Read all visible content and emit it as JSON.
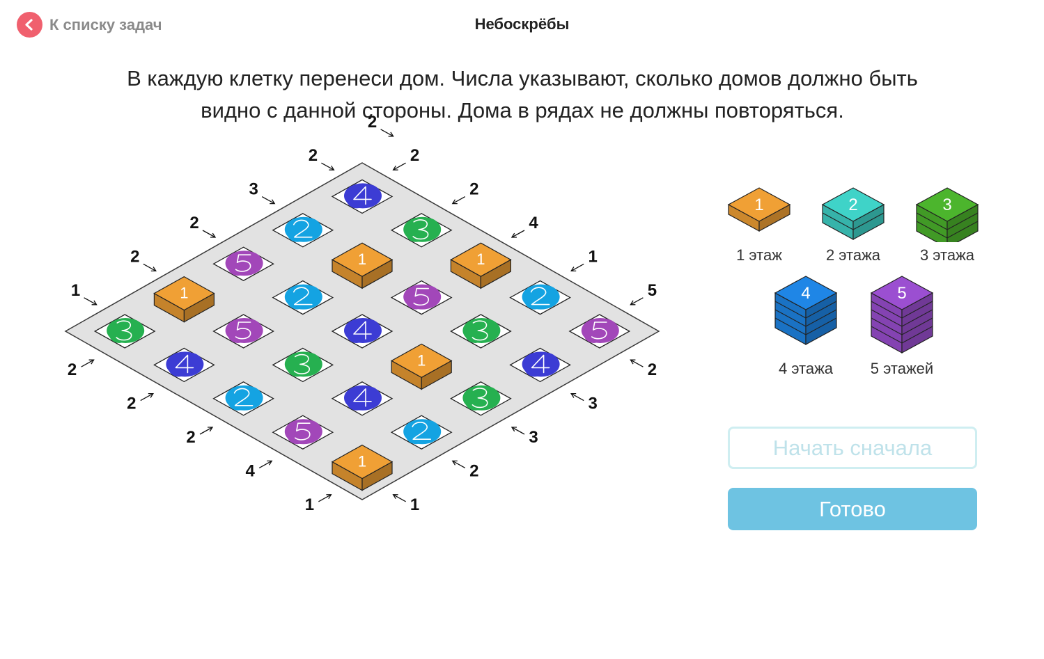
{
  "header": {
    "back_label": "К списку задач",
    "title": "Небоскрёбы"
  },
  "instructions": {
    "line1": "В каждую клетку перенеси дом. Числа указывают, сколько домов должно быть",
    "line2": "видно с данной стороны. Дома в рядах не должны повторяться."
  },
  "colors": {
    "1": "#f0a035",
    "2": "#3fd3c8",
    "3": "#4cb52d",
    "4": "#1f86e6",
    "5": "#9b4fd1",
    "scribble_2": "#14a3e2",
    "scribble_3": "#26b050",
    "scribble_4": "#3c3cd4",
    "scribble_5": "#a247b9"
  },
  "board": {
    "clues_top_left": [
      "1",
      "2",
      "2",
      "3",
      "2",
      "2"
    ],
    "clues_top_right": [
      "2",
      "2",
      "4",
      "1",
      "5"
    ],
    "clues_bottom_left": [
      "2",
      "2",
      "2",
      "4",
      "1"
    ],
    "clues_bottom_right": [
      "2",
      "3",
      "3",
      "2",
      "1"
    ],
    "cells": [
      [
        {
          "v": "4",
          "kind": "scribble"
        },
        {
          "v": "3",
          "kind": "scribble"
        },
        {
          "v": "1",
          "kind": "block"
        },
        {
          "v": "2",
          "kind": "scribble"
        },
        {
          "v": "5",
          "kind": "scribble"
        }
      ],
      [
        {
          "v": "2",
          "kind": "scribble"
        },
        {
          "v": "1",
          "kind": "block"
        },
        {
          "v": "5",
          "kind": "scribble"
        },
        {
          "v": "3",
          "kind": "scribble"
        },
        {
          "v": "4",
          "kind": "scribble"
        }
      ],
      [
        {
          "v": "5",
          "kind": "scribble"
        },
        {
          "v": "2",
          "kind": "scribble"
        },
        {
          "v": "4",
          "kind": "scribble"
        },
        {
          "v": "1",
          "kind": "block"
        },
        {
          "v": "3",
          "kind": "scribble"
        }
      ],
      [
        {
          "v": "1",
          "kind": "block"
        },
        {
          "v": "5",
          "kind": "scribble"
        },
        {
          "v": "3",
          "kind": "scribble"
        },
        {
          "v": "4",
          "kind": "scribble"
        },
        {
          "v": "2",
          "kind": "scribble"
        }
      ],
      [
        {
          "v": "3",
          "kind": "scribble"
        },
        {
          "v": "4",
          "kind": "scribble"
        },
        {
          "v": "2",
          "kind": "scribble"
        },
        {
          "v": "5",
          "kind": "scribble"
        },
        {
          "v": "1",
          "kind": "block"
        }
      ]
    ]
  },
  "legend": [
    {
      "number": "1",
      "floors": 1,
      "label": "1 этаж"
    },
    {
      "number": "2",
      "floors": 2,
      "label": "2 этажа"
    },
    {
      "number": "3",
      "floors": 3,
      "label": "3 этажа"
    },
    {
      "number": "4",
      "floors": 4,
      "label": "4 этажа"
    },
    {
      "number": "5",
      "floors": 5,
      "label": "5 этажей"
    }
  ],
  "buttons": {
    "reset_label": "Начать сначала",
    "done_label": "Готово"
  }
}
